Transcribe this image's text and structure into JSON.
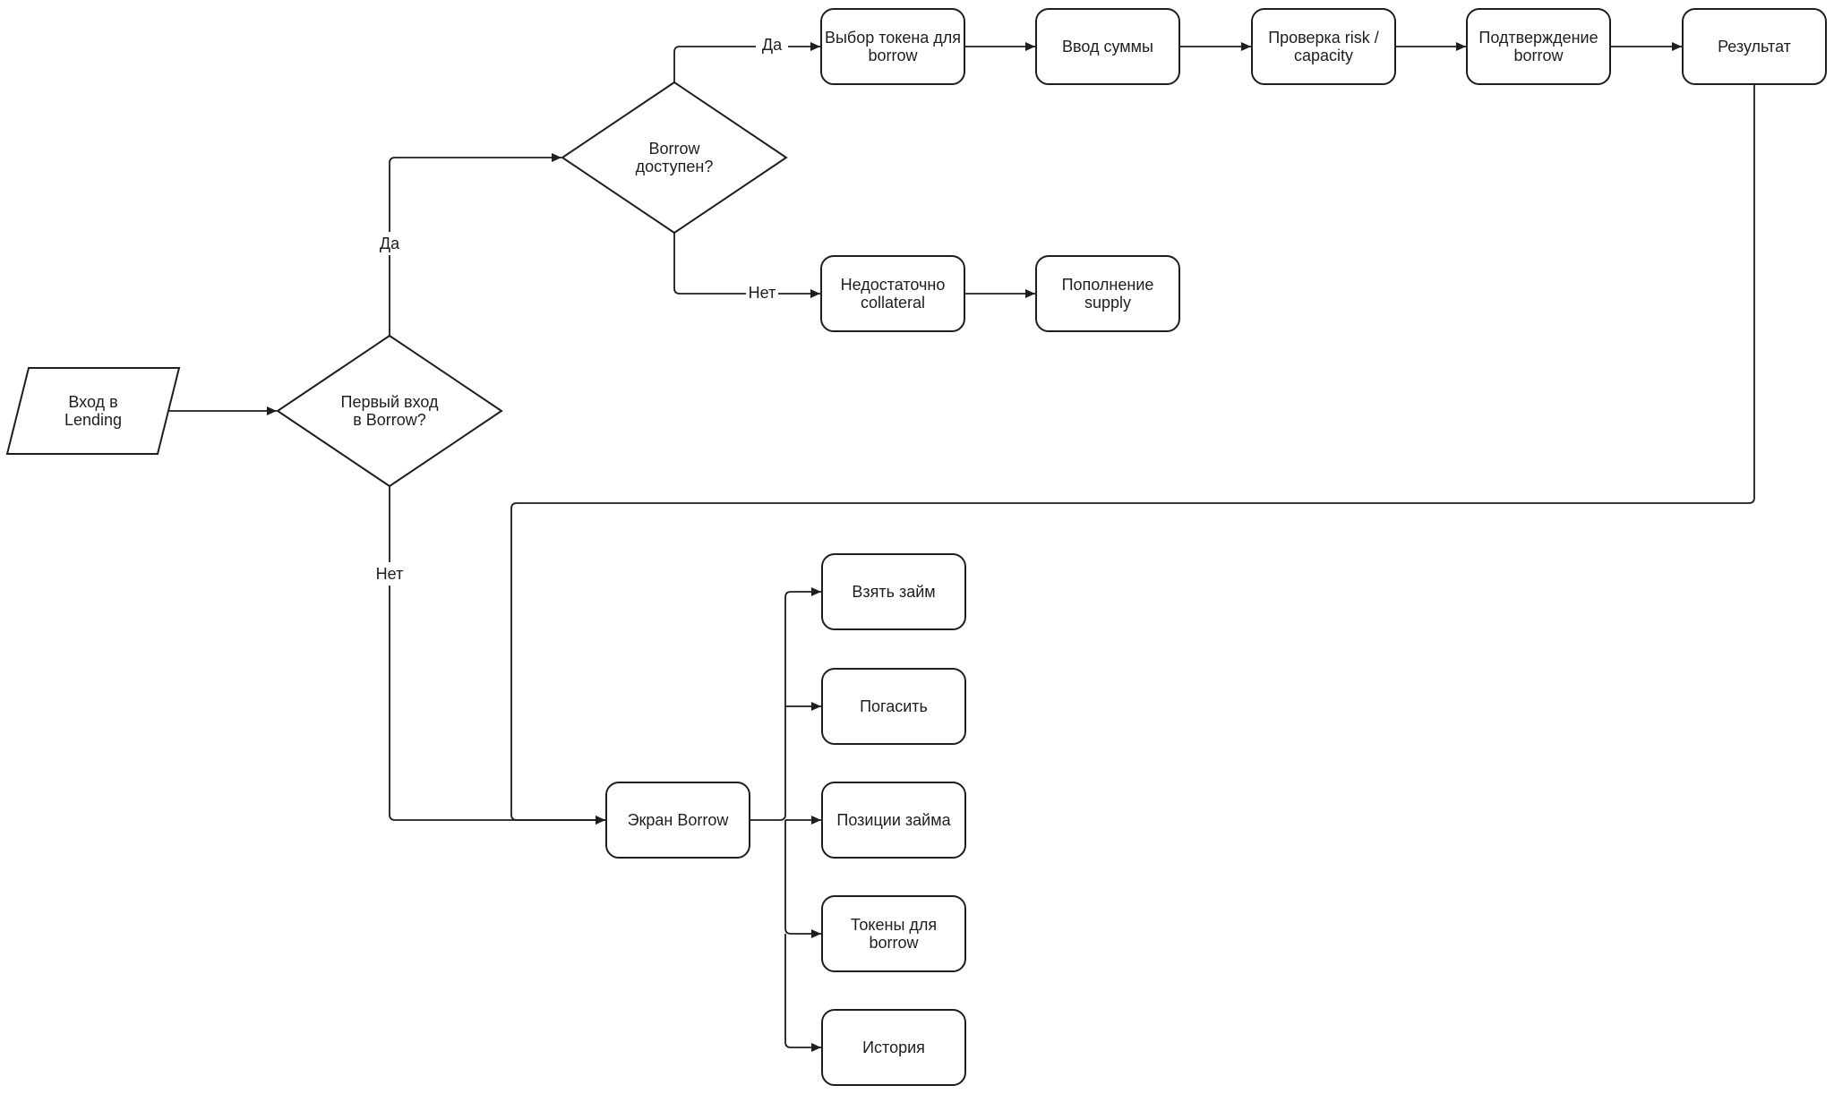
{
  "diagram": {
    "nodes": [
      {
        "id": "entry",
        "shape": "parallelogram",
        "lines": [
          "Вход в",
          "Lending"
        ]
      },
      {
        "id": "first_entry",
        "shape": "diamond",
        "lines": [
          "Первый вход",
          "в Borrow?"
        ]
      },
      {
        "id": "borrow_available",
        "shape": "diamond",
        "lines": [
          "Borrow",
          "доступен?"
        ]
      },
      {
        "id": "select_token",
        "shape": "rounded",
        "lines": [
          "Выбор токена для",
          "borrow"
        ]
      },
      {
        "id": "enter_amount",
        "shape": "rounded",
        "lines": [
          "Ввод суммы"
        ]
      },
      {
        "id": "check_risk",
        "shape": "rounded",
        "lines": [
          "Проверка risk /",
          "capacity"
        ]
      },
      {
        "id": "confirm_borrow",
        "shape": "rounded",
        "lines": [
          "Подтверждение",
          "borrow"
        ]
      },
      {
        "id": "result",
        "shape": "rounded",
        "lines": [
          "Результат"
        ]
      },
      {
        "id": "insufficient_collateral",
        "shape": "rounded",
        "lines": [
          "Недостаточно",
          "collateral"
        ]
      },
      {
        "id": "top_up_supply",
        "shape": "rounded",
        "lines": [
          "Пополнение",
          "supply"
        ]
      },
      {
        "id": "borrow_screen",
        "shape": "rounded",
        "lines": [
          "Экран Borrow"
        ]
      },
      {
        "id": "take_loan",
        "shape": "rounded",
        "lines": [
          "Взять займ"
        ]
      },
      {
        "id": "repay",
        "shape": "rounded",
        "lines": [
          "Погасить"
        ]
      },
      {
        "id": "loan_positions",
        "shape": "rounded",
        "lines": [
          "Позиции займа"
        ]
      },
      {
        "id": "borrow_tokens",
        "shape": "rounded",
        "lines": [
          "Токены для",
          "borrow"
        ]
      },
      {
        "id": "history",
        "shape": "rounded",
        "lines": [
          "История"
        ]
      }
    ],
    "edges": [
      {
        "from": "entry",
        "to": "first_entry",
        "label": ""
      },
      {
        "from": "first_entry",
        "to": "borrow_available",
        "label": "Да"
      },
      {
        "from": "first_entry",
        "to": "borrow_screen",
        "label": "Нет"
      },
      {
        "from": "borrow_available",
        "to": "select_token",
        "label": "Да"
      },
      {
        "from": "borrow_available",
        "to": "insufficient_collateral",
        "label": "Нет"
      },
      {
        "from": "select_token",
        "to": "enter_amount",
        "label": ""
      },
      {
        "from": "enter_amount",
        "to": "check_risk",
        "label": ""
      },
      {
        "from": "check_risk",
        "to": "confirm_borrow",
        "label": ""
      },
      {
        "from": "confirm_borrow",
        "to": "result",
        "label": ""
      },
      {
        "from": "insufficient_collateral",
        "to": "top_up_supply",
        "label": ""
      },
      {
        "from": "result",
        "to": "borrow_screen",
        "label": ""
      },
      {
        "from": "borrow_screen",
        "to": "take_loan",
        "label": ""
      },
      {
        "from": "borrow_screen",
        "to": "repay",
        "label": ""
      },
      {
        "from": "borrow_screen",
        "to": "loan_positions",
        "label": ""
      },
      {
        "from": "borrow_screen",
        "to": "borrow_tokens",
        "label": ""
      },
      {
        "from": "borrow_screen",
        "to": "history",
        "label": ""
      }
    ]
  }
}
